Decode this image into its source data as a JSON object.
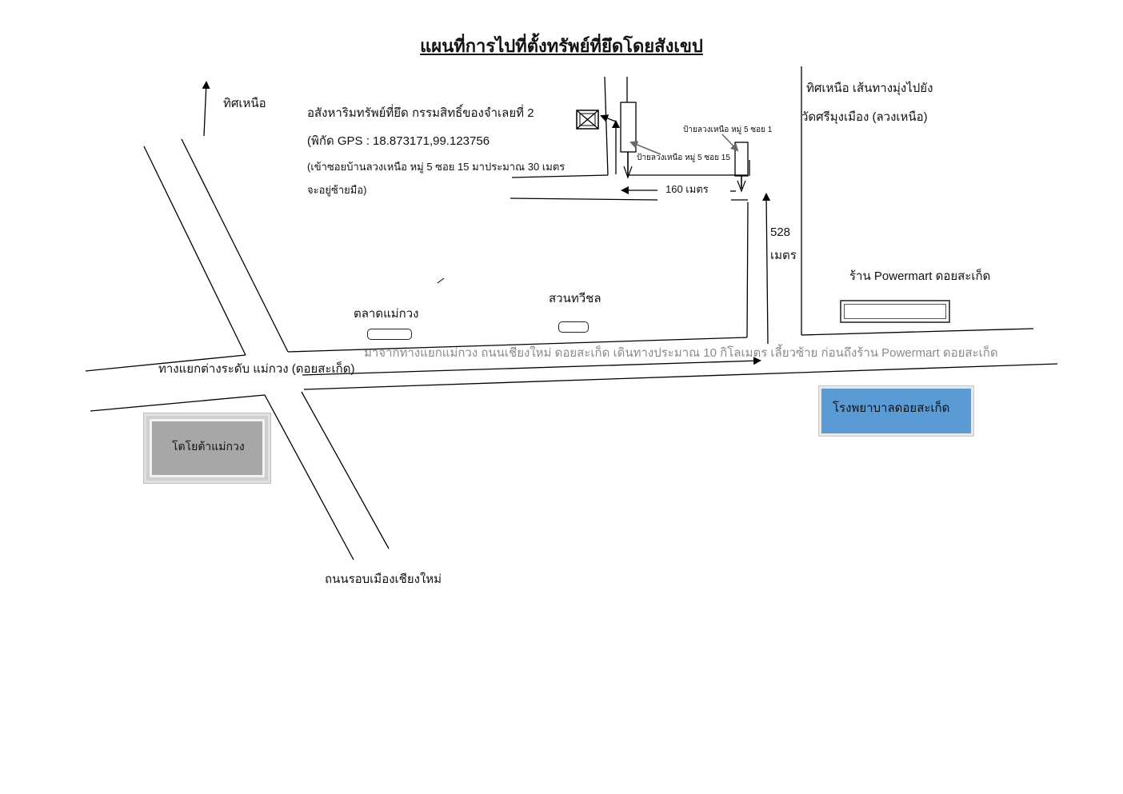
{
  "title": "แผนที่การไปที่ตั้งทรัพย์ที่ยึดโดยสังเขป",
  "north_label": "ทิศเหนือ",
  "property": {
    "line1": "อสังหาริมทรัพย์ที่ยึด กรรมสิทธิ์ของจำเลยที่ 2",
    "gps": "(พิกัด GPS : 18.873171,99.123756",
    "line3": "(เข้าซอยบ้านลวงเหนือ หมู่ 5 ซอย 15 มาประมาณ 30 เมตร",
    "line4": "จะอยู่ซ้ายมือ)"
  },
  "signs": {
    "soi1": "ป้ายลวงเหนือ หมู่ 5 ซอย 1",
    "soi15": "ป้ายลวงเหนือ หมู่ 5 ซอย 15"
  },
  "distance_160": "160 เมตร",
  "distance_528": "528",
  "distance_528_unit": "เมตร",
  "north_route_1": "ทิศเหนือ เส้นทางมุ่งไปยัง",
  "north_route_2": "วัดศรีมุงเมือง (ลวงเหนือ)",
  "powermart": "ร้าน Powermart ดอยสะเก็ด",
  "market": "ตลาดแม่กวง",
  "garden": "สวนทวีชล",
  "directions": "มาจากทางแยกแม่กวง ถนนเชียงใหม่ ดอยสะเก็ด  เดินทางประมาณ 10 กิโลเมตร เลี้ยวซ้าย ก่อนถึงร้าน Powermart ดอยสะเก็ด",
  "interchange": "ทางแยกต่างระดับ แม่กวง (ดอยสะเก็ด)",
  "toyota": "โตโยต้าแม่กวง",
  "hospital": "โรงพยาบาลดอยสะเก็ด",
  "ring_road": "ถนนรอบเมืองเชียงใหม่",
  "colors": {
    "hospital": "#5b9bd5",
    "toyota": "#a7a7a7",
    "grey_text": "#8a8a8a"
  }
}
